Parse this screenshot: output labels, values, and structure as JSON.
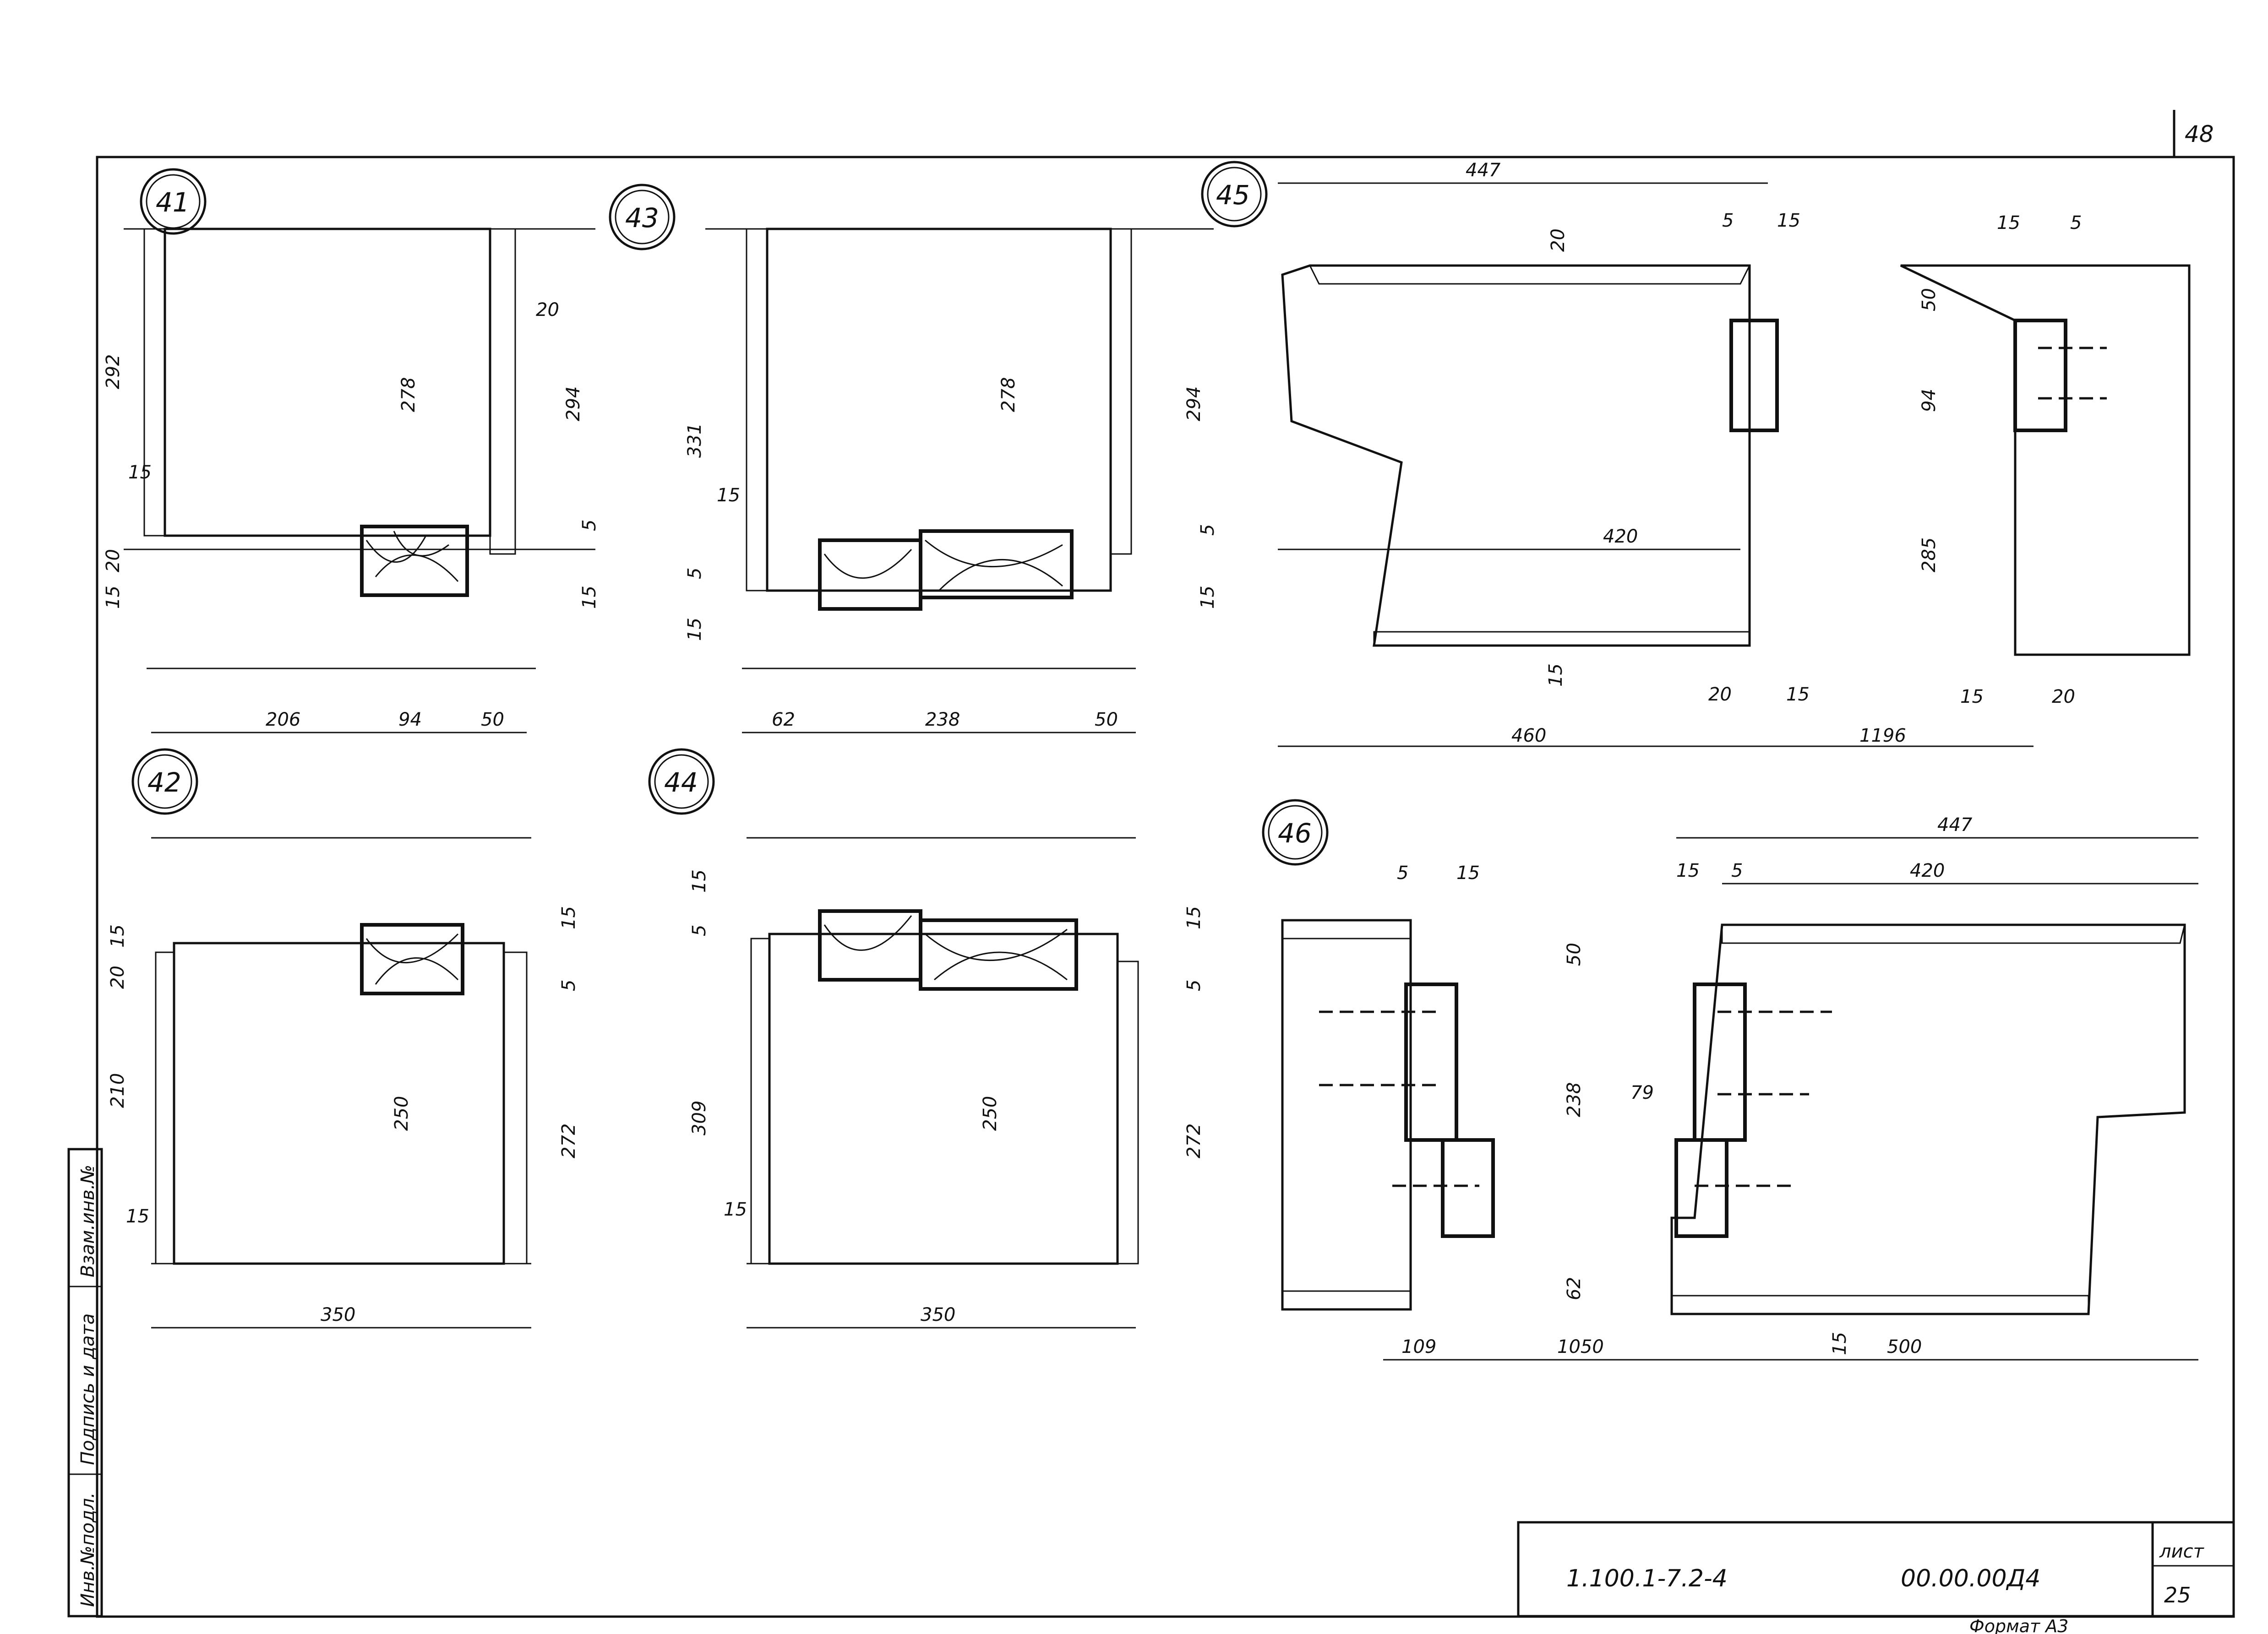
{
  "sheet": {
    "corner_number": "48",
    "designation": "1.100.1-7.2-4",
    "code": "00.00.00Д4",
    "list_label": "лист",
    "list_number": "25",
    "format": "Формат А3",
    "side_labels": [
      "Инв.№подл.",
      "Подпись и дата",
      "Взам.инв.№"
    ]
  },
  "details": {
    "d41": {
      "mark": "41",
      "dims": [
        "292",
        "278",
        "294",
        "20",
        "15",
        "20",
        "15",
        "5",
        "15",
        "206",
        "94",
        "50"
      ]
    },
    "d43": {
      "mark": "43",
      "dims": [
        "331",
        "278",
        "294",
        "15",
        "5",
        "15",
        "5",
        "15",
        "62",
        "238",
        "50"
      ]
    },
    "d45": {
      "mark": "45",
      "dims": [
        "447",
        "20",
        "5",
        "15",
        "15",
        "5",
        "50",
        "94",
        "420",
        "285",
        "15",
        "20",
        "15",
        "15",
        "20",
        "460",
        "1196"
      ]
    },
    "d42": {
      "mark": "42",
      "dims": [
        "15",
        "20",
        "210",
        "15",
        "15",
        "5",
        "250",
        "272",
        "350"
      ]
    },
    "d44": {
      "mark": "44",
      "dims": [
        "15",
        "5",
        "309",
        "15",
        "15",
        "5",
        "250",
        "272",
        "350"
      ]
    },
    "d46": {
      "mark": "46",
      "dims": [
        "447",
        "5",
        "15",
        "15",
        "5",
        "420",
        "50",
        "238",
        "79",
        "62",
        "109",
        "1050",
        "15",
        "500"
      ]
    }
  },
  "colors": {
    "ink": "#111111",
    "paper": "#ffffff"
  }
}
